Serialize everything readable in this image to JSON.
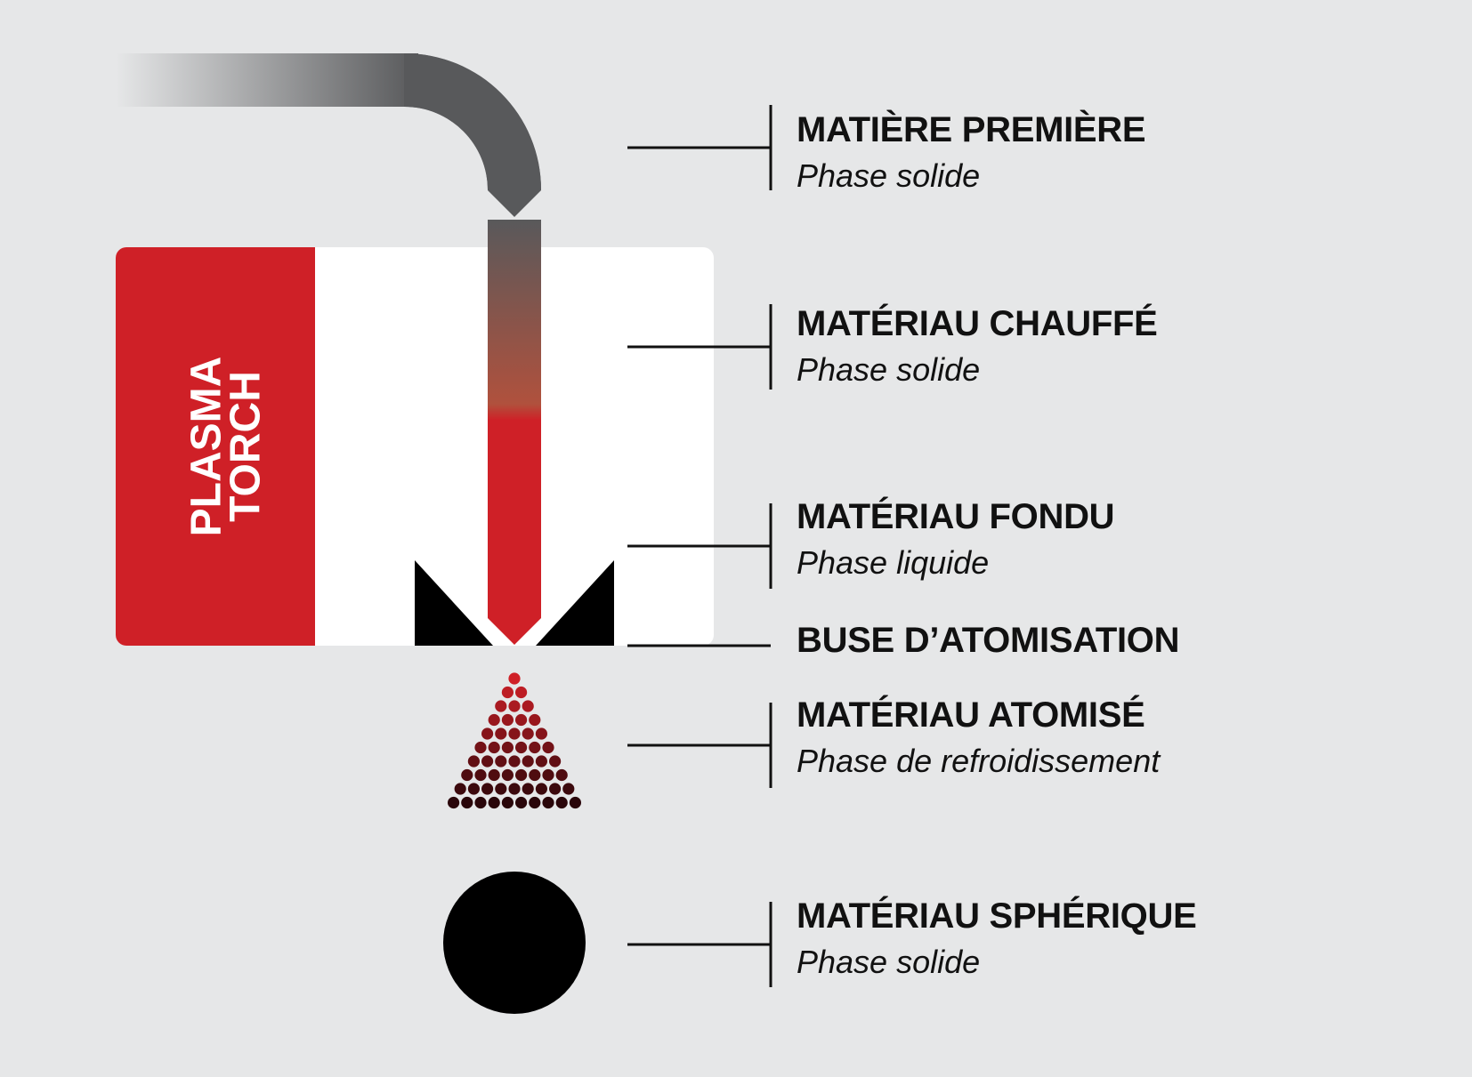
{
  "torch": {
    "label_line1": "PLASMA",
    "label_line2": "TORCH"
  },
  "stages": [
    {
      "title": "MATIÈRE PREMIÈRE",
      "phase": "Phase solide"
    },
    {
      "title": "MATÉRIAU CHAUFFÉ",
      "phase": "Phase solide"
    },
    {
      "title": "MATÉRIAU FONDU",
      "phase": "Phase liquide"
    },
    {
      "title": "BUSE D’ATOMISATION",
      "phase": ""
    },
    {
      "title": "MATÉRIAU ATOMISÉ",
      "phase": "Phase de refroidissement"
    },
    {
      "title": "MATÉRIAU SPHÉRIQUE",
      "phase": "Phase solide"
    }
  ],
  "colors": {
    "background": "#e6e7e8",
    "torch_red": "#cf2027",
    "torch_panel": "#ffffff",
    "feed_gray": "#58595b",
    "black": "#000000"
  }
}
